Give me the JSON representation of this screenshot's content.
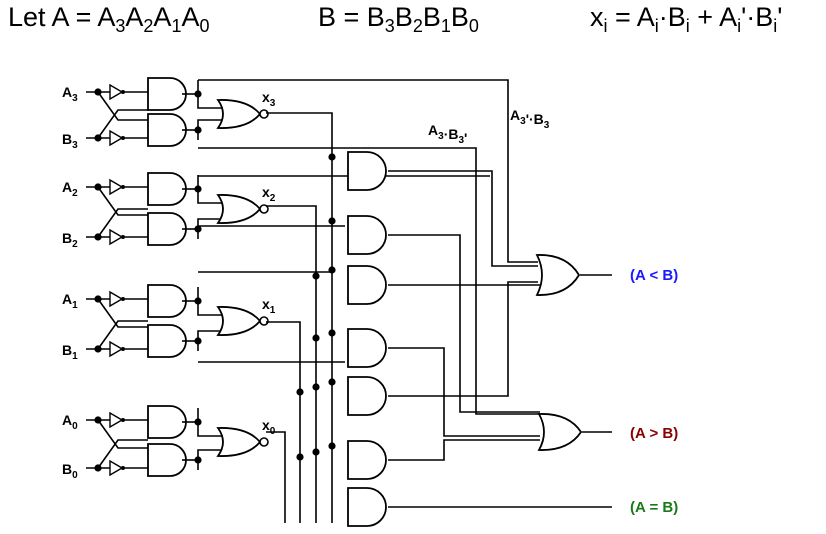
{
  "header": {
    "a_def": {
      "prefix": "Let A = ",
      "terms": [
        [
          "A",
          "3"
        ],
        [
          "A",
          "2"
        ],
        [
          "A",
          "1"
        ],
        [
          "A",
          "0"
        ]
      ]
    },
    "b_def": {
      "prefix": "B = ",
      "terms": [
        [
          "B",
          "3"
        ],
        [
          "B",
          "2"
        ],
        [
          "B",
          "1"
        ],
        [
          "B",
          "0"
        ]
      ]
    },
    "x_def": {
      "lhs": "x",
      "lhs_sub": "i",
      "rhs": "= A_i·B_i + A_i'·B_i'"
    }
  },
  "inputs": [
    {
      "a": "A",
      "a_sub": "3",
      "b": "B",
      "b_sub": "3",
      "x": "x",
      "x_sub": "3"
    },
    {
      "a": "A",
      "a_sub": "2",
      "b": "B",
      "b_sub": "2",
      "x": "x",
      "x_sub": "2"
    },
    {
      "a": "A",
      "a_sub": "1",
      "b": "B",
      "b_sub": "1",
      "x": "x",
      "x_sub": "1"
    },
    {
      "a": "A",
      "a_sub": "0",
      "b": "B",
      "b_sub": "0",
      "x": "x",
      "x_sub": "0"
    }
  ],
  "annotations": {
    "a3b3n": {
      "t1": "A",
      "s1": "3",
      "t2": "·B",
      "s2": "3",
      "t3": "'"
    },
    "a3nb3": {
      "t1": "A",
      "s1": "3",
      "t2": "'·B",
      "s2": "3",
      "t3": ""
    }
  },
  "outputs": {
    "lt": {
      "label": "(A < B)",
      "color": "#1a1aff"
    },
    "gt": {
      "label": "(A > B)",
      "color": "#8b0000"
    },
    "eq": {
      "label": "(A = B)",
      "color": "#1a7a1a"
    }
  }
}
